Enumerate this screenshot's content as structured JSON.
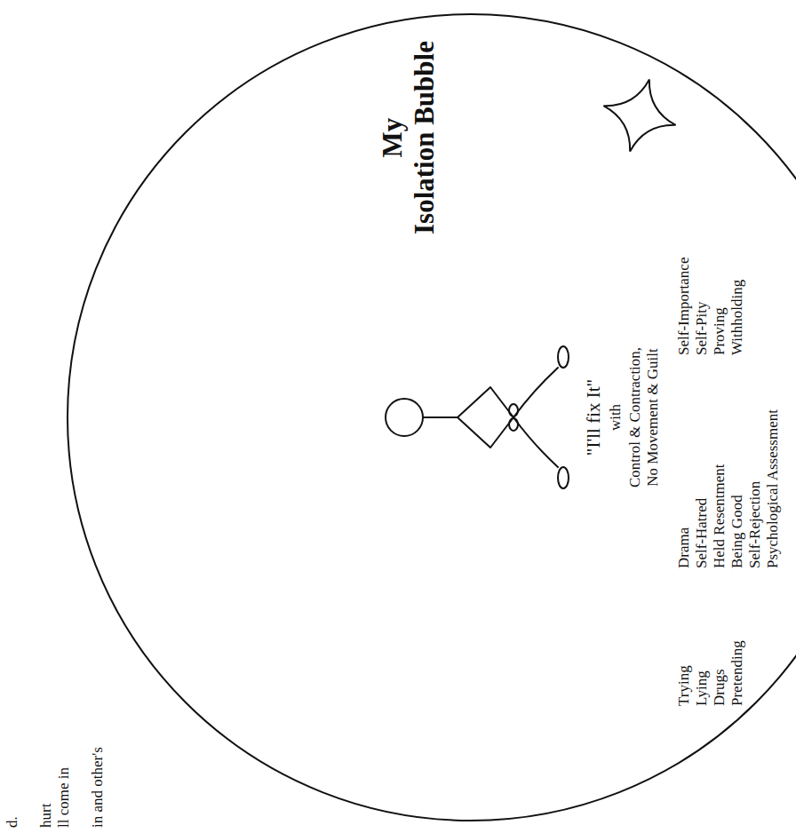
{
  "diagram": {
    "title": "My Isolation Bubble",
    "nodes": [
      {
        "text": [
          "\"I'll fix It\"",
          "with",
          "Control & Contraction, No Movement & Guilt",
          "Trying",
          "Lying",
          "Drugs",
          "Pretending",
          "Drama",
          "Self-Hatred",
          "Held Resentment",
          "Being Good",
          "Self-Rejection",
          "Psychological Assessment",
          "Self-Importance",
          "Self-Pity",
          "Proving",
          "Withholding"
        ]
      }
    ],
    "labels": [
      "d.",
      "hurt",
      "ll come in",
      "in and other's"
    ]
  }
}
